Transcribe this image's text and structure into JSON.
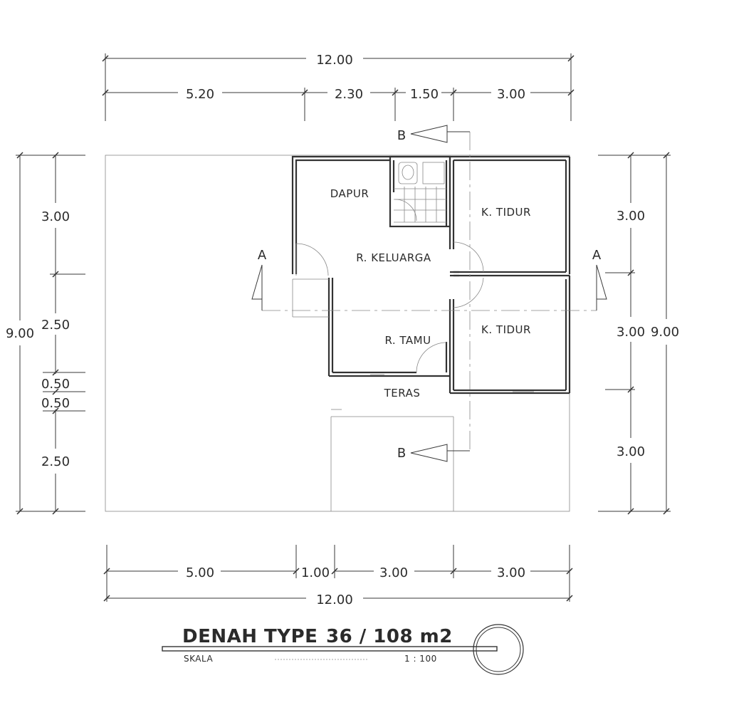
{
  "drawing": {
    "title": "DENAH TYPE",
    "type_value": "36 / 108 m2",
    "scale_label": "SKALA",
    "scale_value": "1 : 100"
  },
  "rooms": {
    "dapur": "DAPUR",
    "keluarga": "R. KELUARGA",
    "tidur_1": "K. TIDUR",
    "tidur_2": "K. TIDUR",
    "tamu": "R. TAMU",
    "teras": "TERAS"
  },
  "section_marks": {
    "a_left": "A",
    "a_right": "A",
    "b_top": "B",
    "b_bottom": "B"
  },
  "dimensions": {
    "top_total": "12.00",
    "top_segments": [
      "5.20",
      "2.30",
      "1.50",
      "3.00"
    ],
    "bottom_segments": [
      "5.00",
      "1.00",
      "3.00",
      "3.00"
    ],
    "bottom_total": "12.00",
    "left_total": "9.00",
    "left_segments": [
      "3.00",
      "2.50",
      "0.50",
      "0.50",
      "2.50"
    ],
    "right_segments": [
      "3.00",
      "3.00",
      "3.00"
    ],
    "right_total": "9.00"
  }
}
